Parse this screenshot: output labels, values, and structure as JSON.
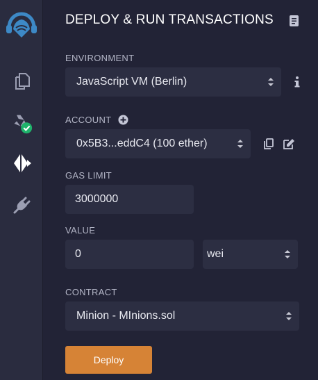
{
  "header": {
    "title": "DEPLOY & RUN TRANSACTIONS"
  },
  "sidebar": {
    "items": [
      {
        "icon": "remix-logo-icon",
        "active": false
      },
      {
        "icon": "file-explorer-icon",
        "active": false
      },
      {
        "icon": "solidity-compiler-icon",
        "active": false,
        "status": "check"
      },
      {
        "icon": "ethereum-deploy-icon",
        "active": true
      },
      {
        "icon": "plugin-manager-icon",
        "active": false
      }
    ]
  },
  "environment": {
    "label": "ENVIRONMENT",
    "value": "JavaScript VM (Berlin)"
  },
  "account": {
    "label": "ACCOUNT",
    "value": "0x5B3...eddC4 (100 ether)"
  },
  "gas_limit": {
    "label": "GAS LIMIT",
    "value": "3000000"
  },
  "value": {
    "label": "VALUE",
    "amount": "0",
    "unit": "wei"
  },
  "contract": {
    "label": "CONTRACT",
    "value": "Minion - MInions.sol"
  },
  "actions": {
    "deploy_label": "Deploy"
  },
  "colors": {
    "accent": "#d68336",
    "background": "#222336",
    "field": "#2c2e42",
    "check": "#1fb36b",
    "logo": "#3d89c6"
  }
}
